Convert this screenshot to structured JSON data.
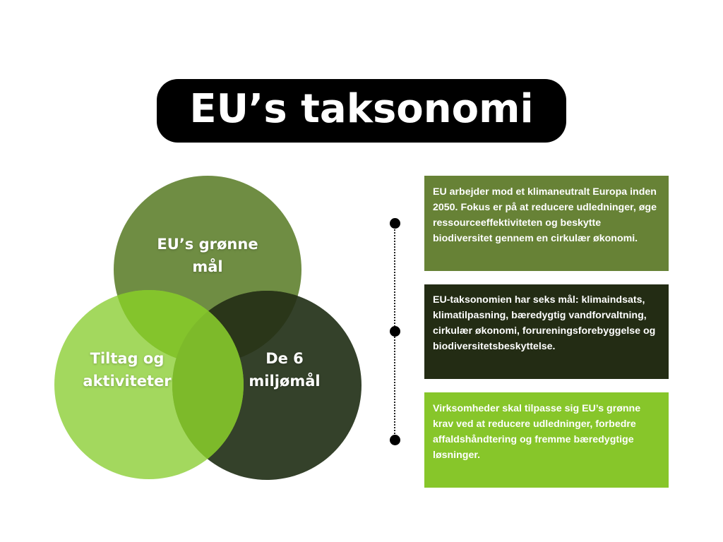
{
  "title": "EU’s taksonomi",
  "colors": {
    "title_bg": "#000000",
    "circle_top": "#6f8d43",
    "circle_left": "#8fd03a",
    "circle_right": "#34412a",
    "box_1": "#678236",
    "box_2": "#232c14",
    "box_3": "#87c62a",
    "timeline": "#000000"
  },
  "venn": {
    "circles": [
      {
        "id": "top",
        "label": "EU’s grønne\nmål"
      },
      {
        "id": "left",
        "label": "Tiltag og\naktiviteter"
      },
      {
        "id": "right",
        "label": "De 6\nmiljømål"
      }
    ]
  },
  "timeline": {
    "points": [
      {
        "text": "EU arbejder mod et klimaneutralt Europa inden 2050. Fokus er på at reducere udledninger, øge ressourceeffektiviteten og beskytte biodiversitet gennem en cirkulær økonomi."
      },
      {
        "text": "EU-taksonomien har seks mål: klimaindsats, klimatilpasning, bæredygtig vandforvaltning, cirkulær økonomi, forureningsforebyggelse og biodiversitetsbeskyttelse."
      },
      {
        "text": "Virksomheder skal tilpasse sig EU’s grønne krav ved at reducere udledninger, forbedre affaldshåndtering og fremme bæredygtige løsninger."
      }
    ]
  }
}
